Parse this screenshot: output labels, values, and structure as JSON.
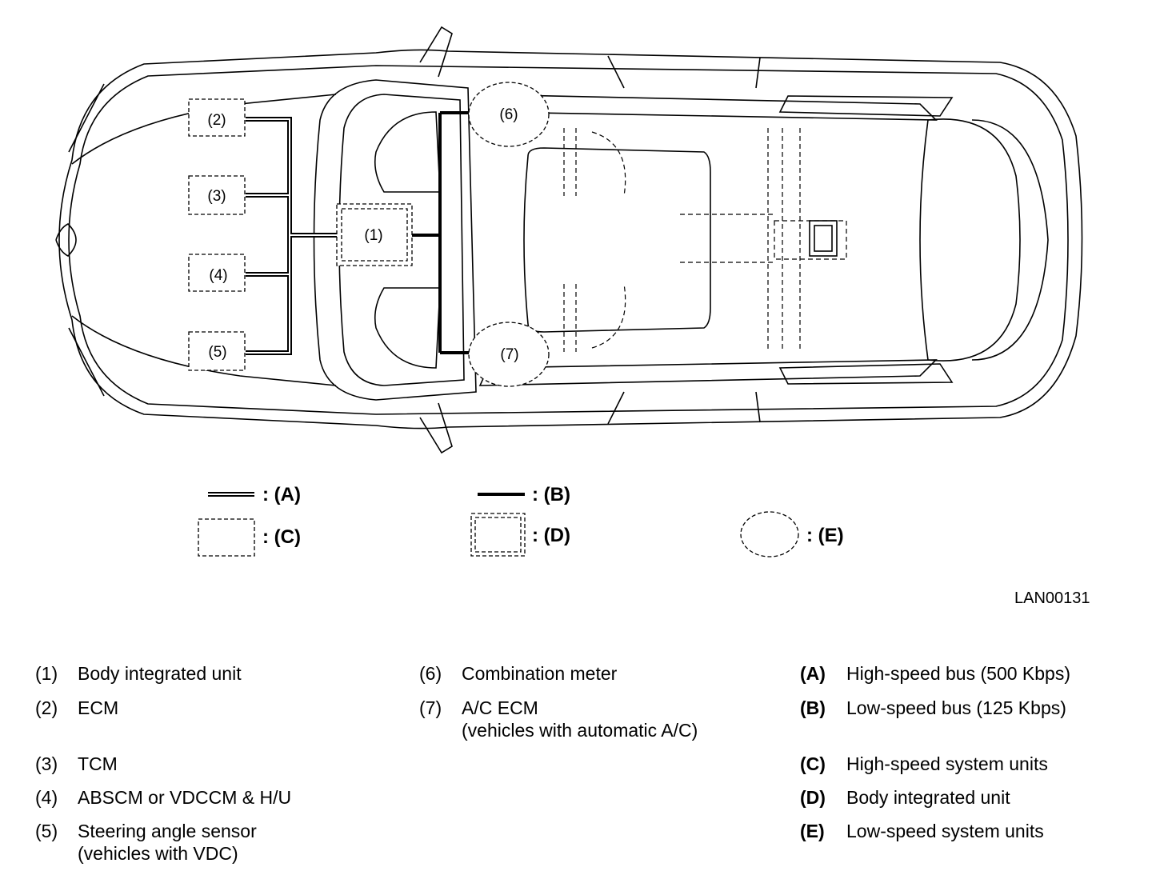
{
  "diagram": {
    "units": [
      {
        "id": "1",
        "label": "(1)"
      },
      {
        "id": "2",
        "label": "(2)"
      },
      {
        "id": "3",
        "label": "(3)"
      },
      {
        "id": "4",
        "label": "(4)"
      },
      {
        "id": "5",
        "label": "(5)"
      },
      {
        "id": "6",
        "label": "(6)"
      },
      {
        "id": "7",
        "label": "(7)"
      }
    ],
    "key": {
      "a": ": (A)",
      "b": ": (B)",
      "c": ": (C)",
      "d": ": (D)",
      "e": ": (E)"
    },
    "figure_code": "LAN00131"
  },
  "legend": [
    {
      "num": "(1)",
      "text": "Body integrated unit"
    },
    {
      "num": "(2)",
      "text": "ECM"
    },
    {
      "num": "(3)",
      "text": "TCM"
    },
    {
      "num": "(4)",
      "text": "ABSCM or VDCCM & H/U"
    },
    {
      "num": "(5)",
      "text": "Steering angle sensor",
      "text2": "(vehicles with VDC)"
    },
    {
      "num": "(6)",
      "text": "Combination meter"
    },
    {
      "num": "(7)",
      "text": "A/C ECM",
      "text2": "(vehicles with automatic A/C)"
    },
    {
      "num": "(A)",
      "text": "High-speed bus (500 Kbps)"
    },
    {
      "num": "(B)",
      "text": "Low-speed bus (125 Kbps)"
    },
    {
      "num": "(C)",
      "text": "High-speed system units"
    },
    {
      "num": "(D)",
      "text": "Body integrated unit"
    },
    {
      "num": "(E)",
      "text": "Low-speed system units"
    }
  ]
}
